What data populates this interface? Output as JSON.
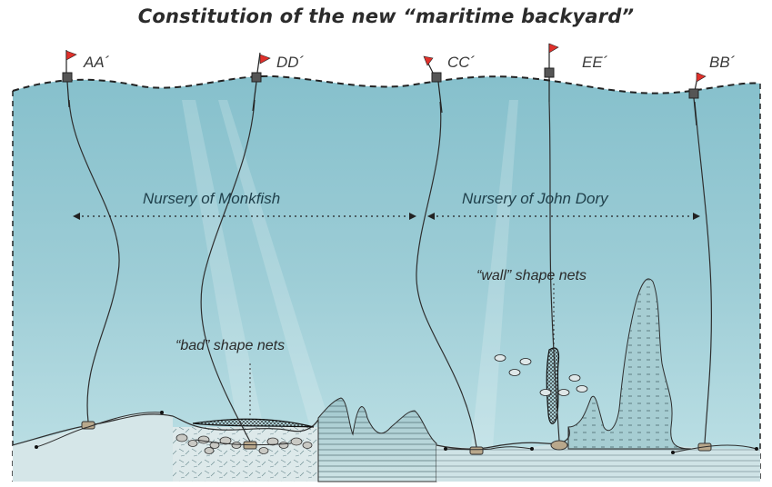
{
  "title": "Constitution of the new “maritime backyard”",
  "buoys": [
    {
      "label": "AA´"
    },
    {
      "label": "DD´"
    },
    {
      "label": "CC´"
    },
    {
      "label": "EE´"
    },
    {
      "label": "BB´"
    }
  ],
  "zones": [
    {
      "label": "Nursery of Monkfish"
    },
    {
      "label": "Nursery of John Dory"
    }
  ],
  "annotations": {
    "bad_nets": "“bad” shape nets",
    "wall_nets": "“wall” shape nets"
  },
  "colors": {
    "water_top": "#8cc4cf",
    "water_bottom": "#b5dde3",
    "seabed": "#dbe8ea",
    "flag": "#e0302b",
    "line": "#2e2e2e"
  }
}
